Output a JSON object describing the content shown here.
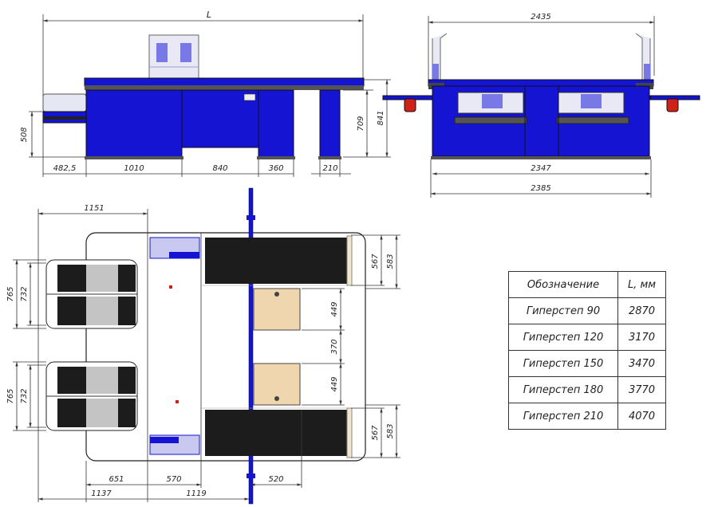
{
  "front_view": {
    "length_label": "L",
    "heights": [
      "508",
      "709",
      "841"
    ],
    "segments": [
      "482,5",
      "1010",
      "840",
      "360",
      "210"
    ]
  },
  "side_view": {
    "width_top": "2435",
    "width_inner": "2347",
    "width_outer": "2385"
  },
  "plan_view": {
    "width_top": "1151",
    "left_pair_1": [
      "765",
      "732"
    ],
    "left_pair_2": [
      "765",
      "732"
    ],
    "right_1": [
      "567",
      "583"
    ],
    "right_2": [
      "567",
      "583"
    ],
    "gaps": [
      "449",
      "370",
      "449"
    ],
    "bottom_inner": [
      "651",
      "570",
      "520"
    ],
    "bottom_outer": [
      "1137",
      "1119"
    ]
  },
  "table": {
    "headers": [
      "Обозначение",
      "L, мм"
    ],
    "rows": [
      {
        "name": "Гиперстеп 90",
        "length": "2870"
      },
      {
        "name": "Гиперстеп 120",
        "length": "3170"
      },
      {
        "name": "Гиперстеп 150",
        "length": "3470"
      },
      {
        "name": "Гиперстеп 180",
        "length": "3770"
      },
      {
        "name": "Гиперстеп 210",
        "length": "4070"
      }
    ]
  },
  "colors": {
    "body": "#1414d2",
    "belt": "#1c1c1c",
    "wood": "#f0d6ae",
    "steel": "#c4c4c4",
    "glass": "#e4e6f4",
    "accent_red": "#d0201a"
  }
}
